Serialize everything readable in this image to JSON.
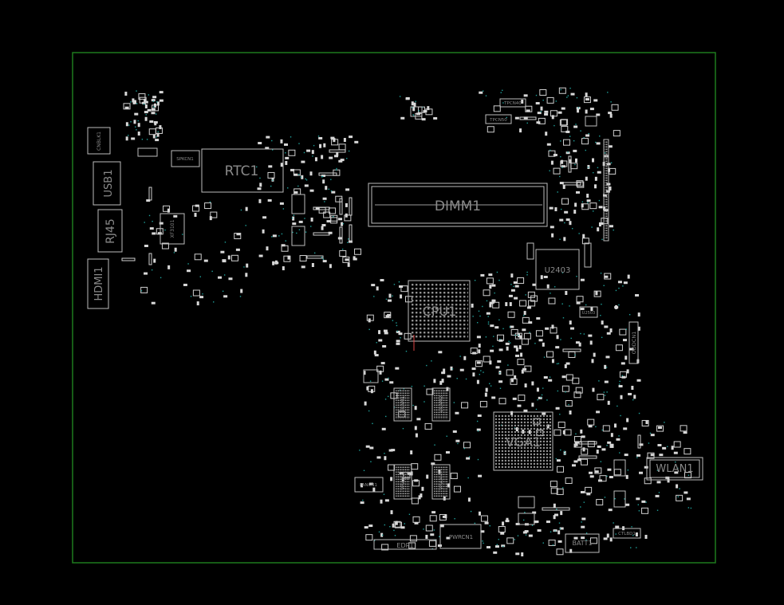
{
  "colors": {
    "background": "#000000",
    "board_outline": "#1e7a1e",
    "silkscreen": "#bdbdbd",
    "label": "#8a8a8a",
    "via": "#1fa09a"
  },
  "components": {
    "rtc": "RTC1",
    "dimm": "DIMM1",
    "cpu": "CPU1",
    "vga": "VGA1",
    "u2403": "U2403",
    "usb": "USB1",
    "rj45": "RJ45",
    "hdmi": "HDMI1",
    "wlan": "WLAN1",
    "edp": "EDP1",
    "batt": "BATT1",
    "pwrcn": "PWRCN1",
    "fancn": "FANCN1",
    "odd": "ODDCN1",
    "ctlbd": "CTLBD1",
    "spkcn": "SPKCN1",
    "cnbl": "CNBLK1",
    "xf": "XF3101",
    "u2503": "U2503",
    "tpcn40": "TPCN40",
    "tpcn50": "TPCN50",
    "vram1": "VRAM1",
    "vram2": "VRAM2",
    "vram3": "VRAM3",
    "vram4": "VRAM4"
  }
}
